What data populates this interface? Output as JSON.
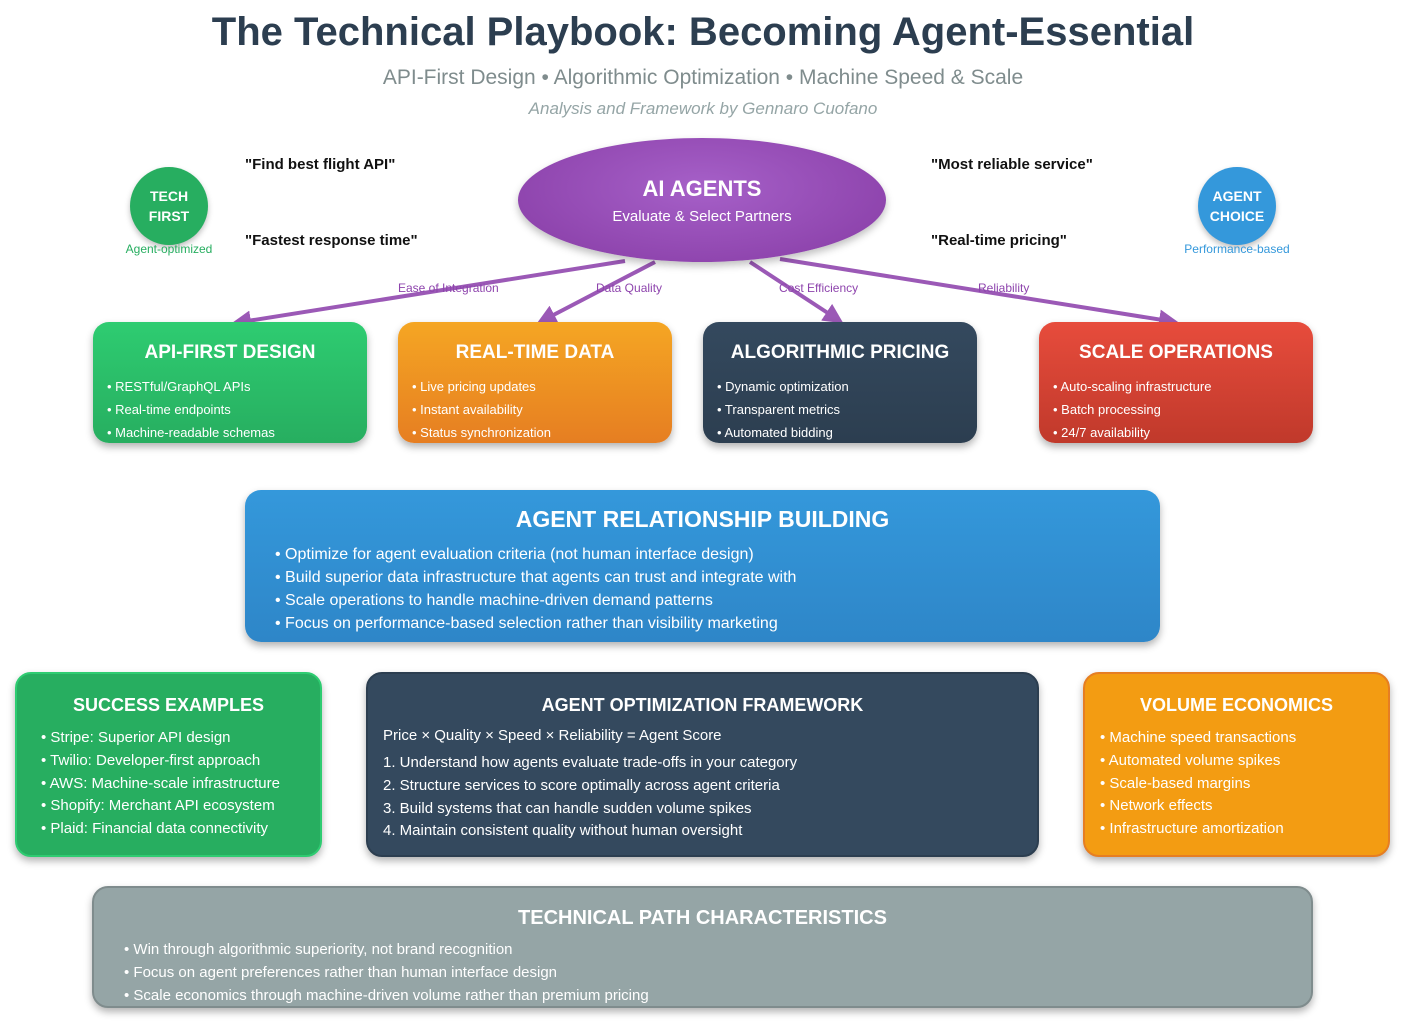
{
  "header": {
    "title": "The Technical Playbook: Becoming Agent-Essential",
    "subtitle": "API-First Design • Algorithmic Optimization • Machine Speed & Scale",
    "byline": "Analysis and Framework by Gennaro Cuofano"
  },
  "badges": {
    "tech_first": {
      "line1": "TECH",
      "line2": "FIRST",
      "caption": "Agent-optimized",
      "color": "#27ae60"
    },
    "agent_choice": {
      "line1": "AGENT",
      "line2": "CHOICE",
      "caption": "Performance-based",
      "color": "#3498db"
    }
  },
  "quotes": {
    "q1": "\"Find best flight API\"",
    "q2": "\"Fastest response time\"",
    "q3": "\"Most reliable service\"",
    "q4": "\"Real-time pricing\""
  },
  "agents": {
    "title": "AI AGENTS",
    "subtitle": "Evaluate & Select Partners",
    "color": "#8e44ad"
  },
  "edge_labels": [
    "Ease of Integration",
    "Data Quality",
    "Cost Efficiency",
    "Reliability"
  ],
  "pillars": [
    {
      "title": "API-FIRST DESIGN",
      "color": "#27ae60",
      "items": [
        "• RESTful/GraphQL APIs",
        "• Real-time endpoints",
        "• Machine-readable schemas"
      ]
    },
    {
      "title": "REAL-TIME DATA",
      "color": "#f39c12",
      "items": [
        "• Live pricing updates",
        "• Instant availability",
        "• Status synchronization"
      ]
    },
    {
      "title": "ALGORITHMIC PRICING",
      "color": "#2c3e50",
      "items": [
        "• Dynamic optimization",
        "• Transparent metrics",
        "• Automated bidding"
      ]
    },
    {
      "title": "SCALE OPERATIONS",
      "color": "#e74c3c",
      "items": [
        "• Auto-scaling infrastructure",
        "• Batch processing",
        "• 24/7 availability"
      ]
    }
  ],
  "relationship": {
    "title": "AGENT RELATIONSHIP BUILDING",
    "items": [
      "• Optimize for agent evaluation criteria (not human interface design)",
      "• Build superior data infrastructure that agents can trust and integrate with",
      "• Scale operations to handle machine-driven demand patterns",
      "• Focus on performance-based selection rather than visibility marketing"
    ]
  },
  "success": {
    "title": "SUCCESS EXAMPLES",
    "items": [
      "• Stripe: Superior API design",
      "• Twilio: Developer-first approach",
      "• AWS: Machine-scale infrastructure",
      "• Shopify: Merchant API ecosystem",
      "• Plaid: Financial data connectivity"
    ]
  },
  "framework": {
    "title": "AGENT OPTIMIZATION FRAMEWORK",
    "formula": "Price × Quality × Speed × Reliability = Agent Score",
    "steps": [
      "1. Understand how agents evaluate trade-offs in your category",
      "2. Structure services to score optimally across agent criteria",
      "3. Build systems that can handle sudden volume spikes",
      "4. Maintain consistent quality without human oversight"
    ]
  },
  "volume": {
    "title": "VOLUME ECONOMICS",
    "items": [
      "• Machine speed transactions",
      "• Automated volume spikes",
      "• Scale-based margins",
      "• Network effects",
      "• Infrastructure amortization"
    ]
  },
  "path": {
    "title": "TECHNICAL PATH CHARACTERISTICS",
    "items": [
      "• Win through algorithmic superiority, not brand recognition",
      "• Focus on agent preferences rather than human interface design",
      "• Scale economics through machine-driven volume rather than premium pricing"
    ]
  }
}
